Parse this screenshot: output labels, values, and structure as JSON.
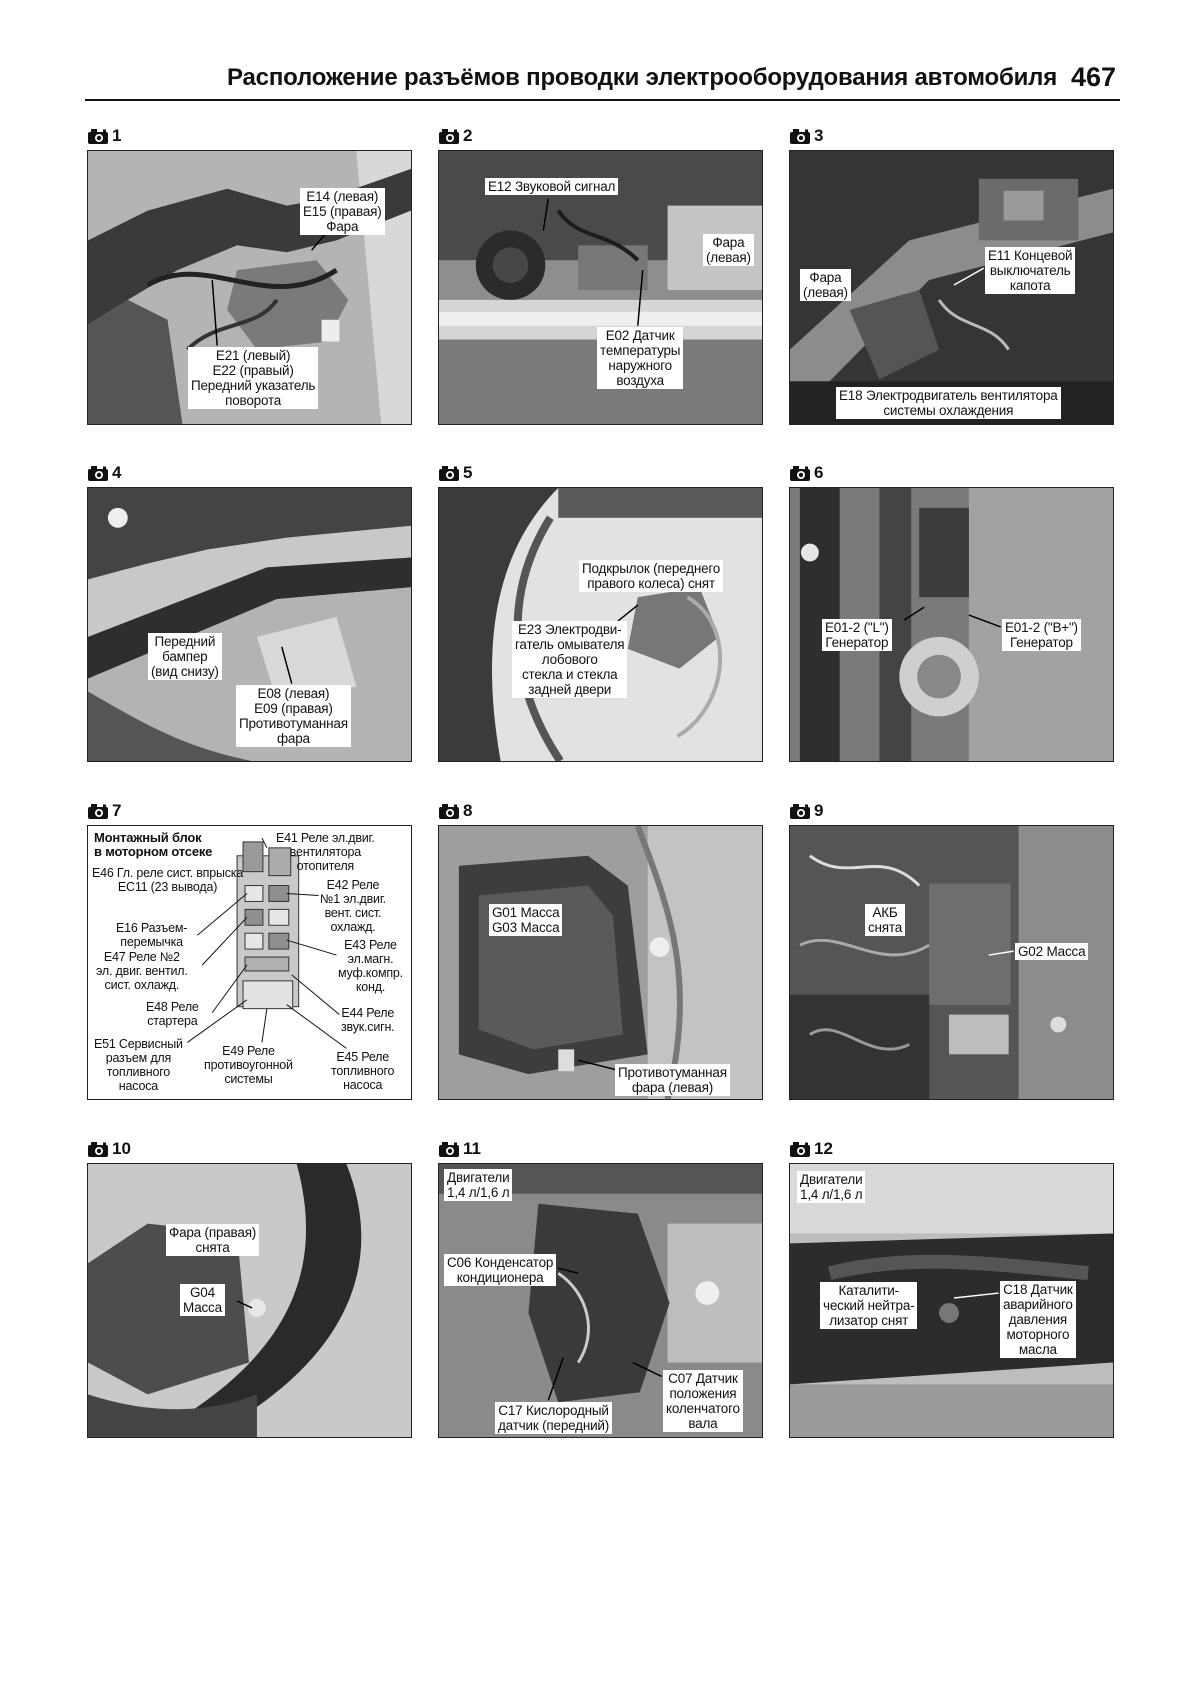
{
  "header": {
    "title": "Расположение разъёмов проводки электрооборудования автомобиля",
    "page_number": "467"
  },
  "icon": "camera-icon",
  "panels": [
    {
      "number": "1",
      "labels": [
        "E14 (левая)\nE15 (правая)\nФара",
        "E21 (левый)\nE22 (правый)\nПередний указатель\nповорота"
      ]
    },
    {
      "number": "2",
      "labels": [
        "E12 Звуковой сигнал",
        "Фара\n(левая)",
        "E02 Датчик\nтемпературы\nнаружного\nвоздуха"
      ]
    },
    {
      "number": "3",
      "labels": [
        "Фара\n(левая)",
        "E11 Концевой\nвыключатель\nкапота",
        "E18 Электродвигатель вентилятора\nсистемы охлаждения"
      ]
    },
    {
      "number": "4",
      "labels": [
        "Передний\nбампер\n(вид снизу)",
        "E08 (левая)\nE09 (правая)\nПротивотуманная\nфара"
      ]
    },
    {
      "number": "5",
      "labels": [
        "Подкрылок (переднего\nправого колеса) снят",
        "E23 Электродви-\nгатель омывателя\nлобового\nстекла и стекла\nзадней двери"
      ]
    },
    {
      "number": "6",
      "labels": [
        "E01-2 (\"L\")\nГенератор",
        "E01-2 (\"B+\")\nГенератор"
      ]
    },
    {
      "number": "7",
      "labels": [
        "Монтажный блок\nв моторном отсеке",
        "E41 Реле эл.двиг.\nвентилятора\nотопителя",
        "E46 Гл. реле сист. впрыска\nEC11 (23 вывода)",
        "E42 Реле\n№1 эл.двиг.\nвент. сист.\nохлажд.",
        "E16 Разъем-\nперемычка",
        "E47 Реле №2\nэл. двиг. вентил.\nсист. охлажд.",
        "E43 Реле\nэл.магн.\nмуф.компр.\nконд.",
        "E48 Реле\nстартера",
        "E44 Реле\nзвук.сигн.",
        "E51 Сервисный\nразъем для\nтопливного\nнасоса",
        "E49 Реле\nпротивоугонной\nсистемы",
        "E45 Реле\nтопливного\nнасоса"
      ]
    },
    {
      "number": "8",
      "labels": [
        "G01 Масса\nG03 Масса",
        "Противотуманная\nфара (левая)"
      ]
    },
    {
      "number": "9",
      "labels": [
        "АКБ\nснята",
        "G02 Масса"
      ]
    },
    {
      "number": "10",
      "labels": [
        "Фара (правая)\nснята",
        "G04\nМасса"
      ]
    },
    {
      "number": "11",
      "labels": [
        "Двигатели\n1,4 л/1,6 л",
        "C06 Конденсатор\nкондиционера",
        "C07 Датчик\nположения\nколенчатого\nвала",
        "C17 Кислородный\nдатчик (передний)"
      ]
    },
    {
      "number": "12",
      "labels": [
        "Двигатели\n1,4 л/1,6 л",
        "Каталити-\nческий нейтра-\nлизатор снят",
        "C18 Датчик\nаварийного\nдавления\nмоторного\nмасла"
      ]
    }
  ]
}
